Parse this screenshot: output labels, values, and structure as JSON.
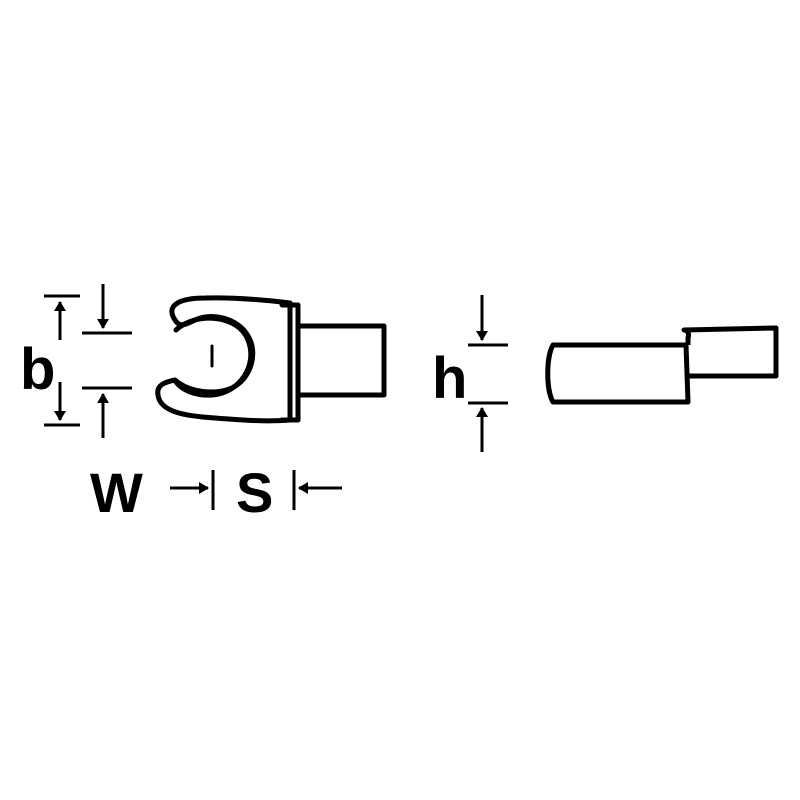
{
  "labels": {
    "b": "b",
    "W": "W",
    "S": "S",
    "h": "h"
  },
  "colors": {
    "ink": "#000000",
    "background": "#ffffff"
  }
}
